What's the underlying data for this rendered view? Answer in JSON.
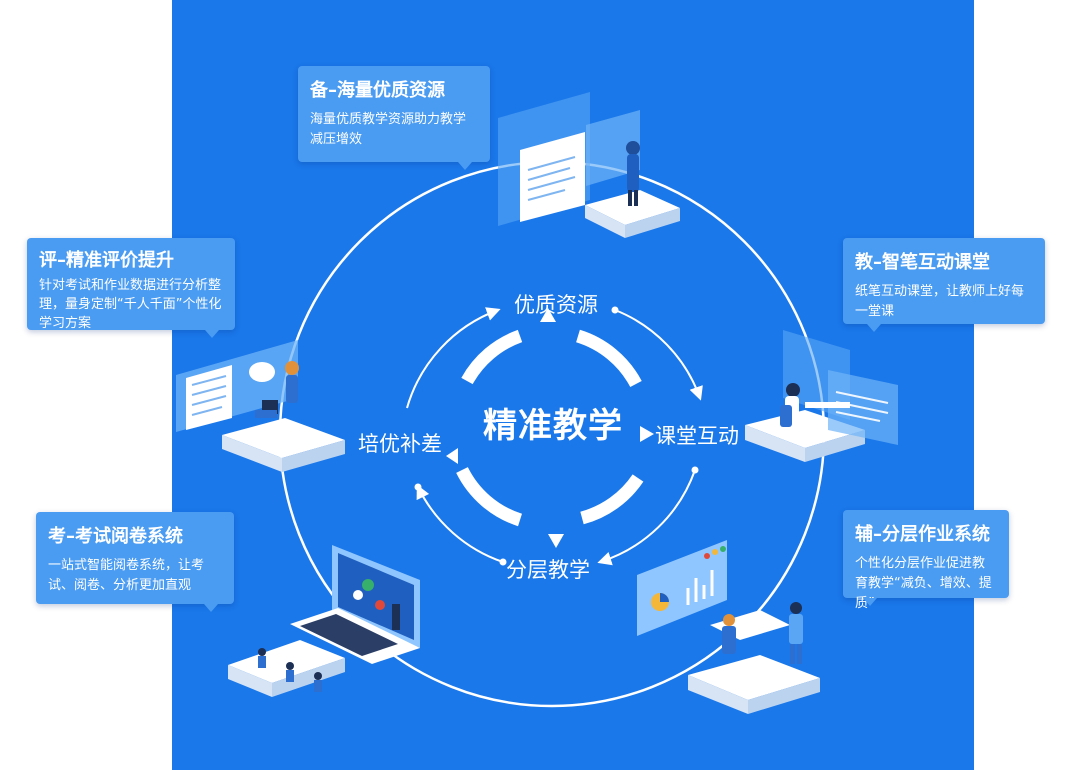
{
  "center": {
    "title": "精准教学"
  },
  "ring_labels": {
    "top": "优质资源",
    "right": "课堂互动",
    "bottom": "分层教学",
    "left": "培优补差"
  },
  "cards": {
    "prepare": {
      "title": "备–海量优质资源",
      "desc": "海量优质教学资源助力教学减压增效"
    },
    "teach": {
      "title": "教–智笔互动课堂",
      "desc": "纸笔互动课堂，让教师上好每一堂课"
    },
    "evaluate": {
      "title": "评–精准评价提升",
      "desc": "针对考试和作业数据进行分析整理，量身定制“千人千面”个性化学习方案"
    },
    "exam": {
      "title": "考–考试阅卷系统",
      "desc": "一站式智能阅卷系统，让考试、阅卷、分析更加直观"
    },
    "assist": {
      "title": "辅–分层作业系统",
      "desc": "个性化分层作业促进教育教学“减负、增效、提质”"
    }
  },
  "colors": {
    "panel": "#1a78ea",
    "card": "#4a9bf2",
    "platform_top": "#ffffff",
    "platform_side": "#d6e4f5"
  },
  "illustrations": [
    "resource-screens",
    "classroom-desk",
    "assessment-board",
    "laptop-classroom",
    "data-charts"
  ]
}
